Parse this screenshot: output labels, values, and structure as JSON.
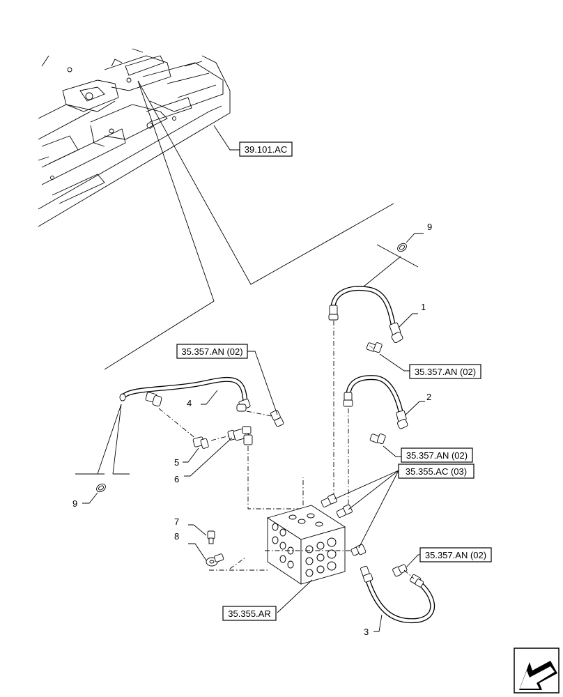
{
  "references": {
    "frame": "39.101.AC",
    "hose_left_top": "35.357.AN (02)",
    "hose_right_1": "35.357.AN (02)",
    "hose_right_2": "35.357.AN (02)",
    "hose_bottom": "35.357.AN (02)",
    "adapters": "35.355.AC (03)",
    "block": "35.355.AR"
  },
  "callouts": {
    "c1": "1",
    "c2": "2",
    "c3": "3",
    "c4": "4",
    "c5": "5",
    "c6": "6",
    "c7": "7",
    "c8": "8",
    "c9_top": "9",
    "c9_left": "9"
  },
  "nav_icon": "arrow-left-icon"
}
